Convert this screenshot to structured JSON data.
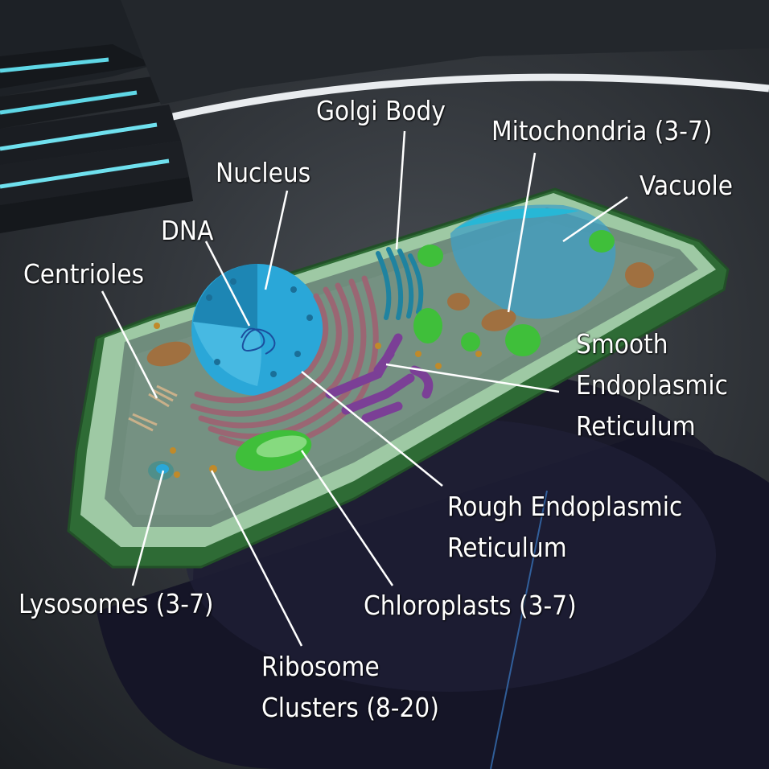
{
  "scene": {
    "title": "Plant Cell Model",
    "labels": {
      "golgi_body": "Golgi Body",
      "mitochondria": "Mitochondria (3-7)",
      "nucleus": "Nucleus",
      "vacuole": "Vacuole",
      "dna": "DNA",
      "centrioles": "Centrioles",
      "smooth_er": [
        "Smooth",
        "Endoplasmic",
        "Reticulum"
      ],
      "rough_er": [
        "Rough Endoplasmic",
        "Reticulum"
      ],
      "lysosomes": "Lysosomes (3-7)",
      "chloroplasts": "Chloroplasts (3-7)",
      "ribosomes": [
        "Ribosome",
        "Clusters (8-20)"
      ]
    }
  },
  "colors": {
    "label_text": "#ffffff",
    "leader_line": "#ffffff",
    "cell_wall": "#2e6b35",
    "cell_membrane": "#9ec9a4",
    "cytoplasm": "#6d8a7a",
    "nucleus": "#2aa7d8",
    "vacuole": "#3f9fc4",
    "chloroplast": "#3fbf3a",
    "rough_er": "#8f5a66",
    "smooth_er": "#7b3f96",
    "golgi": "#1f83a0",
    "mitochondria": "#a07040"
  }
}
